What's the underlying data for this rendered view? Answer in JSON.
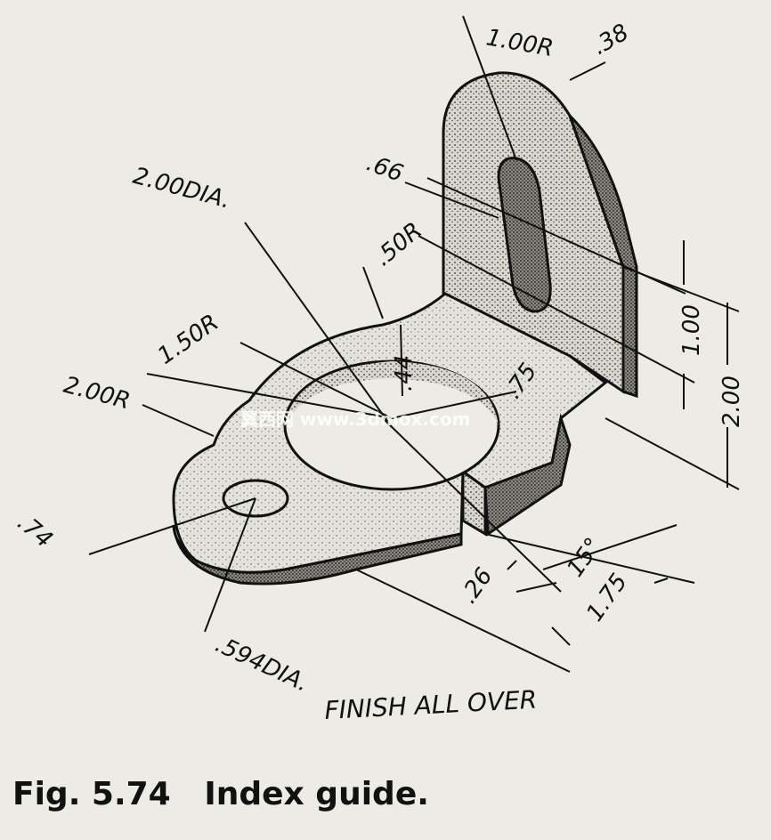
{
  "figure": {
    "number": "Fig. 5.74",
    "title": "Index guide."
  },
  "dimensions": {
    "upright_radius": "1.00R",
    "upright_thickness": ".38",
    "slot_width": ".66",
    "bore_dia": "2.00DIA.",
    "corner_radius": ".50R",
    "arc_radius": "1.50R",
    "web_width": ".44",
    "end_radius": "2.00R",
    "gap": ".75",
    "slot_length": "1.00",
    "height": "2.00",
    "boss_offset": ".74",
    "gap_width": ".26",
    "angle": "15°",
    "base_length": "1.75",
    "hole_dia": ".594DIA."
  },
  "notes": {
    "finish": "FINISH ALL OVER"
  },
  "watermark": "翼西网 www.3dmox.com"
}
